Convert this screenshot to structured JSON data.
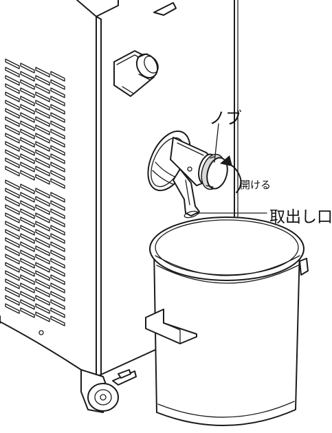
{
  "labels": {
    "knob": "ノブ",
    "open": "開ける",
    "outlet": "取出し口"
  },
  "colors": {
    "line": "#1a1a1a",
    "shade": "#d9d9d9",
    "background": "#ffffff"
  }
}
